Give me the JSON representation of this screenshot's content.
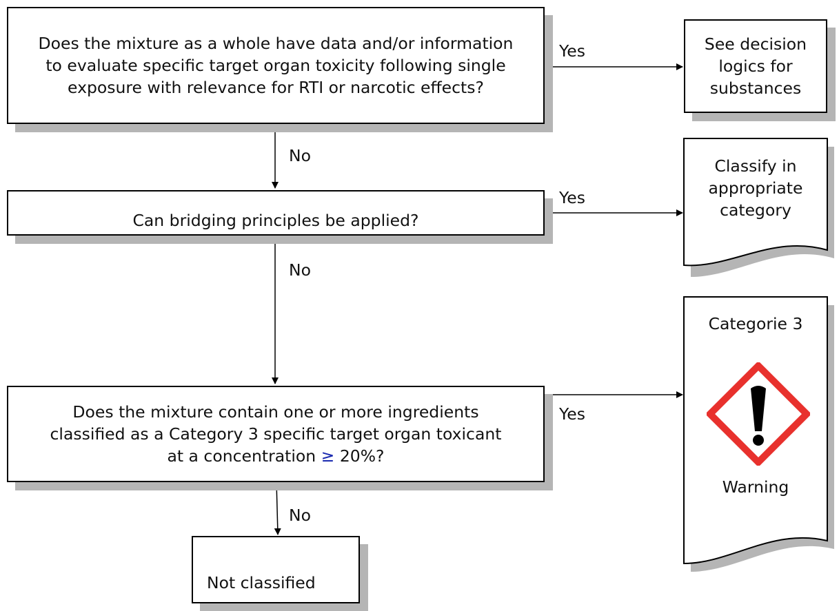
{
  "q1": {
    "text": "Does the mixture as a whole have data and/or information to evaluate specific target organ toxicity following single exposure with relevance for RTI or narcotic effects?"
  },
  "q2": {
    "text": "Can bridging principles be applied?"
  },
  "q3": {
    "text_before": "Does the mixture contain one or more ingredients classified as a Category 3 specific target organ toxicant at a concentration",
    "symbol": "≥",
    "text_after": "20%?"
  },
  "out1": {
    "text": "See decision logics for substances"
  },
  "out2": {
    "text": "Classify in appropriate category"
  },
  "out3": {
    "category": "Categorie 3",
    "signal_word": "Warning",
    "pictogram": "exclamation-mark-hazard-pictogram",
    "pictogram_colors": {
      "border": "#e8312d",
      "mark": "#000000"
    }
  },
  "out4": {
    "text": "Not classified"
  },
  "labels": {
    "yes": "Yes",
    "no": "No"
  },
  "colors": {
    "shadow": "#b5b5b5",
    "stroke": "#000000",
    "symbol": "#1a2ab0"
  }
}
